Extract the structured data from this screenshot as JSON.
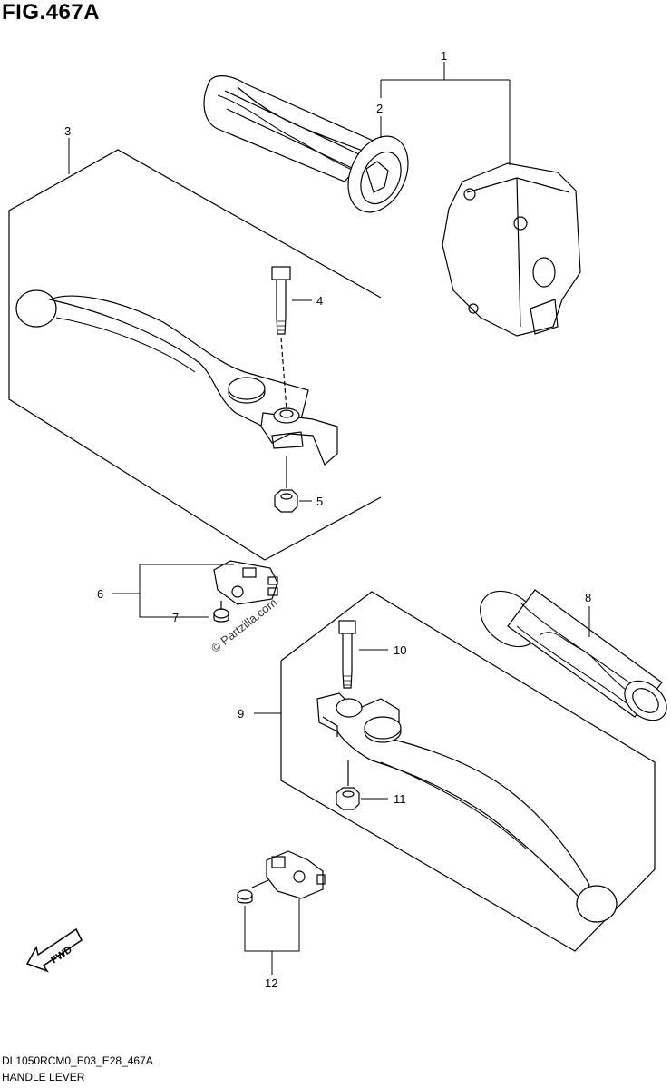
{
  "figure": {
    "title": "FIG.467A",
    "model_code": "DL1050RCM0_E03_E28_467A",
    "section_name": "HANDLE LEVER",
    "watermark": "© Partzilla.com"
  },
  "fwd_label": "FWD",
  "callouts": [
    {
      "num": "1"
    },
    {
      "num": "2"
    },
    {
      "num": "3"
    },
    {
      "num": "4"
    },
    {
      "num": "5"
    },
    {
      "num": "6"
    },
    {
      "num": "7"
    },
    {
      "num": "8"
    },
    {
      "num": "9"
    },
    {
      "num": "10"
    },
    {
      "num": "11"
    },
    {
      "num": "12"
    }
  ]
}
